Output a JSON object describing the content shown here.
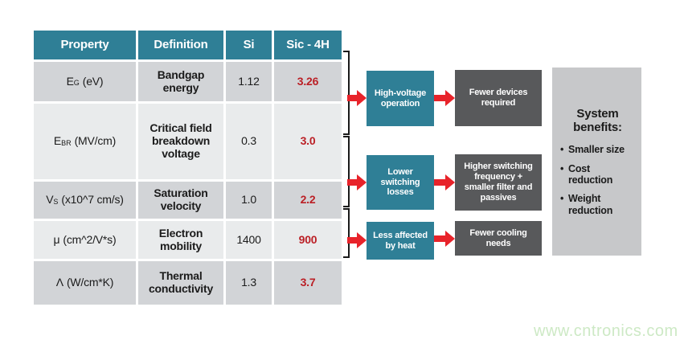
{
  "table": {
    "headers": {
      "property": "Property",
      "definition": "Definition",
      "si": "Si",
      "sic": "Sic - 4H"
    },
    "rows": [
      {
        "symbol": "E",
        "sub": "G",
        "unit": "(eV)",
        "definition": "Bandgap energy",
        "si": "1.12",
        "sic": "3.26"
      },
      {
        "symbol": "E",
        "sub": "BR",
        "unit": "(MV/cm)",
        "definition": "Critical field breakdown voltage",
        "si": "0.3",
        "sic": "3.0"
      },
      {
        "symbol": "V",
        "sub": "S",
        "unit": "(x10^7 cm/s)",
        "definition": "Saturation velocity",
        "si": "1.0",
        "sic": "2.2"
      },
      {
        "symbol": "μ",
        "sub": "",
        "unit": "(cm^2/V*s)",
        "definition": "Electron mobility",
        "si": "1400",
        "sic": "900"
      },
      {
        "symbol": "Λ",
        "sub": "",
        "unit": "(W/cm*K)",
        "definition": "Thermal conductivity",
        "si": "1.3",
        "sic": "3.7"
      }
    ]
  },
  "flow": {
    "stages": [
      {
        "cause": "High-voltage operation",
        "effect": "Fewer devices required"
      },
      {
        "cause": "Lower switching losses",
        "effect": "Higher switching frequency + smaller filter and passives"
      },
      {
        "cause": "Less affected by heat",
        "effect": "Fewer cooling needs"
      }
    ]
  },
  "benefits": {
    "title": "System benefits:",
    "items": [
      "Smaller size",
      "Cost reduction",
      "Weight reduction"
    ]
  },
  "watermark": "www.cntronics.com",
  "colors": {
    "teal": "#2F7F96",
    "box_dark_gray": "#58595B",
    "panel_gray": "#C7C8CA",
    "row_dark": "#D2D4D7",
    "row_light": "#E9EBEC",
    "arrow_red": "#E8232A",
    "value_red": "#BB2026"
  }
}
